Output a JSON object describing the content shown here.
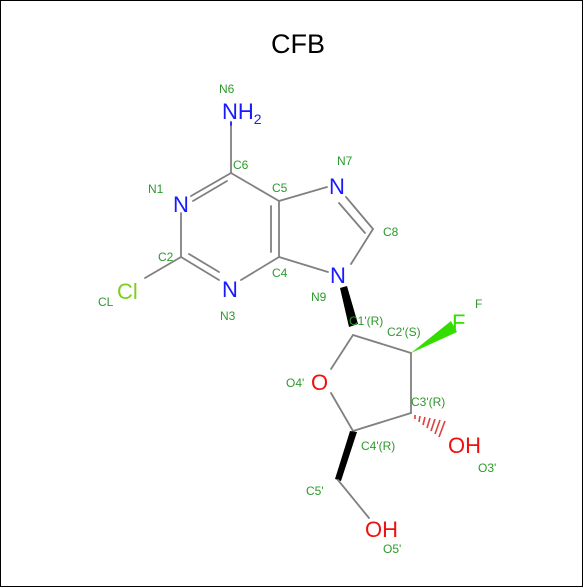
{
  "title": "CFB",
  "colors": {
    "carbon_label": "#2c9a2c",
    "nitrogen": "#1a1aff",
    "oxygen": "#ee1111",
    "chlorine": "#7ccf1e",
    "fluorine": "#33dd00",
    "bond": "#808080",
    "dark_bond": "#000000"
  },
  "atoms": {
    "nh2": "NH",
    "nh2_sub": "2",
    "n1": "N",
    "n3": "N",
    "n7": "N",
    "n9": "N",
    "cl": "Cl",
    "f": "F",
    "o4": "O",
    "oh3": "OH",
    "oh5": "OH"
  },
  "labels": {
    "n6": "N6",
    "c6": "C6",
    "n1": "N1",
    "c5": "C5",
    "n7": "N7",
    "c8": "C8",
    "c2": "C2",
    "c4": "C4",
    "cl": "CL",
    "n3": "N3",
    "n9": "N9",
    "c1p": "C1'(R)",
    "c2p": "C2'(S)",
    "f": "F",
    "o4p": "O4'",
    "c3p": "C3'(R)",
    "c4p": "C4'(R)",
    "o3p": "O3'",
    "c5p": "C5'",
    "o5p": "O5'"
  }
}
